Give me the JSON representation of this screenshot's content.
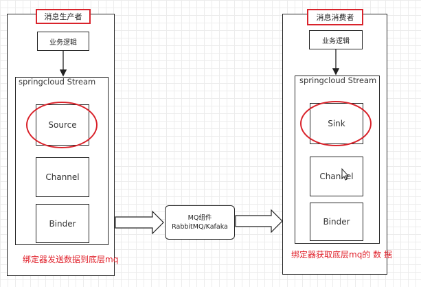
{
  "producer": {
    "title": "消息生产者",
    "logic": "业务逻辑",
    "stream": "springcloud Stream",
    "source": "Source",
    "channel": "Channel",
    "binder": "Binder",
    "note": "绑定器发送数据到底层mq"
  },
  "mq": {
    "line1": "MQ组件",
    "line2": "RabbitMQ/Kafaka"
  },
  "consumer": {
    "title": "消息消费者",
    "logic": "业务逻辑",
    "stream": "springcloud Stream",
    "sink": "Sink",
    "channel": "Channel",
    "binder": "Binder",
    "note": "绑定器获取底层mq的 数 据"
  },
  "colors": {
    "highlight": "#d9232b",
    "note": "#e0202a"
  }
}
